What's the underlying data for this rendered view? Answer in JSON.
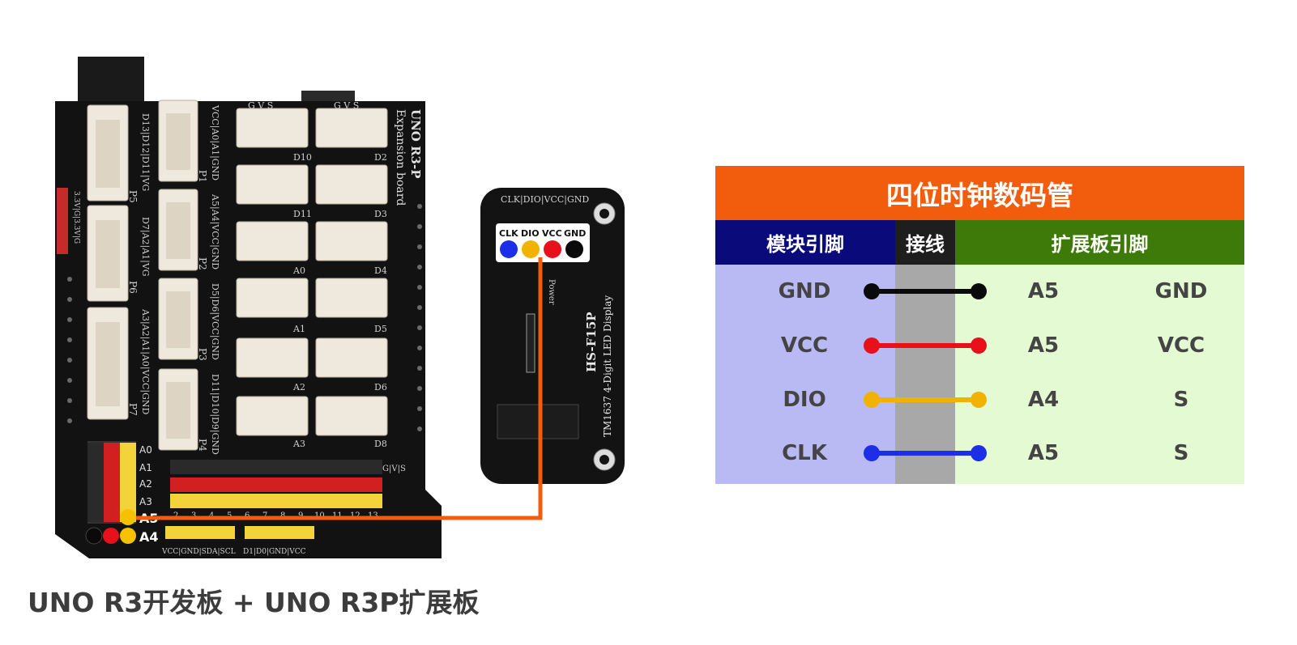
{
  "diagram": {
    "caption": "UNO R3开发板 + UNO R3P扩展板",
    "board": {
      "title_line1": "UNO R3-P",
      "title_line2": "Expansion board",
      "analog_labels": [
        "A0",
        "A1",
        "A2",
        "A3"
      ],
      "a5_label": "A5",
      "a4_label": "A4",
      "gvs_left": "G V S",
      "gvs_right": "G V S",
      "port_labels": [
        "P1",
        "P2",
        "P3",
        "P4",
        "P5",
        "P6",
        "P7"
      ],
      "port_pin_texts": [
        "VCC|A0|A1|GND",
        "A5|A4|VCC|GND",
        "D5|D6|VCC|GND",
        "D11|D10|D9|GND",
        "D13|D12|D11|VG",
        "D7|A2|A1|VG",
        "A3|A2|A1|A0|VCC|GND"
      ],
      "left_header": "3.3V|G|3.3V|G",
      "servo_left": [
        "D10",
        "D11",
        "A0",
        "A1",
        "A2",
        "A3"
      ],
      "servo_right": [
        "D2",
        "D3",
        "D4",
        "D5",
        "D6",
        "D8"
      ],
      "bottom_left": "VCC|GND|SDA|SCL",
      "bottom_right": "D1|D0|GND|VCC",
      "header_digits": [
        "2",
        "3",
        "4",
        "5",
        "6",
        "7",
        "8",
        "9",
        "10",
        "11",
        "12",
        "13"
      ],
      "header_gvs": "G|V|S",
      "colors": {
        "pcb": "#111111",
        "red_pin": "#d21f1f",
        "yellow_pin": "#f2d33a",
        "wire": "#f25c0d"
      }
    },
    "module": {
      "pin_header": "CLK|DIO|VCC|GND",
      "pins": [
        {
          "name": "CLK",
          "color": "#1c2ee8"
        },
        {
          "name": "DIO",
          "color": "#f2b300"
        },
        {
          "name": "VCC",
          "color": "#e8101a"
        },
        {
          "name": "GND",
          "color": "#0a0a0a"
        }
      ],
      "power_label": "Power",
      "model": "HS-F15P",
      "subtitle": "TM1637 4-Digit LED Display"
    },
    "table": {
      "title": "四位时钟数码管",
      "headers": [
        "模块引脚",
        "接线",
        "扩展板引脚"
      ],
      "rows": [
        {
          "module_pin": "GND",
          "ext_pin": "A5",
          "ext_type": "GND",
          "wire_color": "#0a0a0a"
        },
        {
          "module_pin": "VCC",
          "ext_pin": "A5",
          "ext_type": "VCC",
          "wire_color": "#e8101a"
        },
        {
          "module_pin": "DIO",
          "ext_pin": "A4",
          "ext_type": "S",
          "wire_color": "#f2b300"
        },
        {
          "module_pin": "CLK",
          "ext_pin": "A5",
          "ext_type": "S",
          "wire_color": "#1c2ee8"
        }
      ]
    }
  }
}
